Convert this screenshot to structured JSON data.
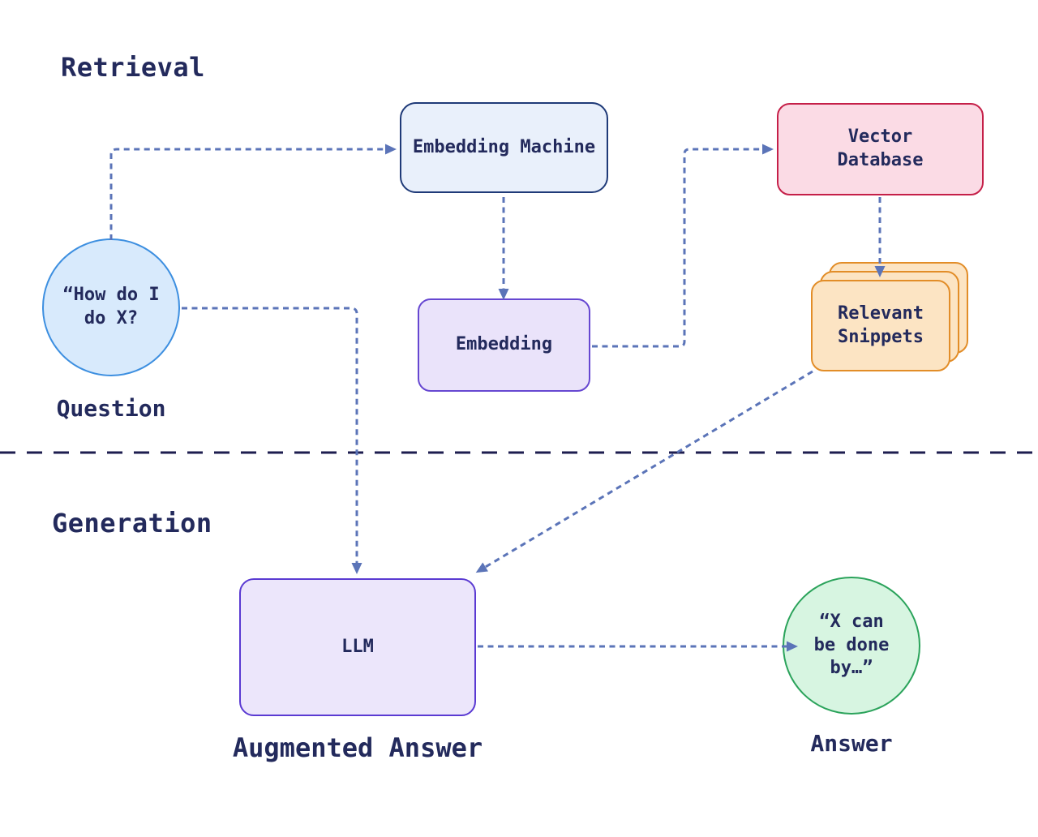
{
  "diagram": {
    "section_retrieval": "Retrieval",
    "section_generation": "Generation",
    "question": {
      "text": "“How do I\ndo X?",
      "caption": "Question"
    },
    "embedding_machine": {
      "label": "Embedding Machine"
    },
    "vector_database": {
      "label": "Vector\nDatabase"
    },
    "embedding": {
      "label": "Embedding"
    },
    "relevant_snippets": {
      "label": "Relevant\nSnippets"
    },
    "llm": {
      "label": "LLM",
      "caption": "Augmented Answer"
    },
    "answer": {
      "text": "“X can\nbe done\nby…”",
      "caption": "Answer"
    },
    "edges": [
      {
        "from": "question",
        "to": "embedding_machine"
      },
      {
        "from": "embedding_machine",
        "to": "embedding"
      },
      {
        "from": "embedding",
        "to": "vector_database"
      },
      {
        "from": "vector_database",
        "to": "relevant_snippets"
      },
      {
        "from": "question",
        "to": "llm"
      },
      {
        "from": "relevant_snippets",
        "to": "llm"
      },
      {
        "from": "llm",
        "to": "answer"
      }
    ],
    "colors": {
      "arrow": "#5b74b8",
      "divider": "#1d1d4f",
      "text": "#232a5c",
      "question_fill": "#d8eafc",
      "question_border": "#3d8fe0",
      "embedding_machine_fill": "#e9f0fb",
      "embedding_machine_border": "#1f3a78",
      "vector_database_fill": "#fbdbe5",
      "vector_database_border": "#c51f48",
      "embedding_fill": "#eae3fa",
      "embedding_border": "#6647d1",
      "relevant_snippets_fill": "#fce4c3",
      "relevant_snippets_border": "#e28d28",
      "llm_fill": "#ece6fb",
      "llm_border": "#5a3ad2",
      "answer_fill": "#d7f5e1",
      "answer_border": "#2ba35b"
    }
  }
}
